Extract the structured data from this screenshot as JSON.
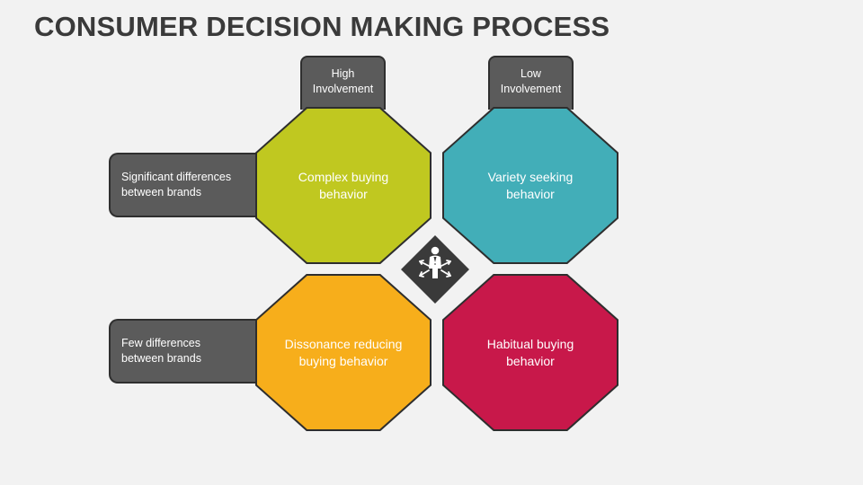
{
  "title": "CONSUMER DECISION MAKING PROCESS",
  "columns": [
    {
      "id": "high",
      "label_line1": "High",
      "label_line2": "Involvement"
    },
    {
      "id": "low",
      "label_line1": "Low",
      "label_line2": "Involvement"
    }
  ],
  "rows": [
    {
      "id": "significant",
      "label_line1": "Significant differences",
      "label_line2": "between brands"
    },
    {
      "id": "few",
      "label_line1": "Few differences",
      "label_line2": "between brands"
    }
  ],
  "quadrants": [
    {
      "id": "complex",
      "line1": "Complex buying",
      "line2": "behavior",
      "color": "#c0c820"
    },
    {
      "id": "variety",
      "line1": "Variety seeking",
      "line2": "behavior",
      "color": "#42aeb8"
    },
    {
      "id": "dissonance",
      "line1": "Dissonance reducing",
      "line2": "buying behavior",
      "color": "#f7ae1b"
    },
    {
      "id": "habitual",
      "line1": "Habitual buying",
      "line2": "behavior",
      "color": "#c8184a"
    }
  ],
  "center_icon": "decision-maker-icon"
}
